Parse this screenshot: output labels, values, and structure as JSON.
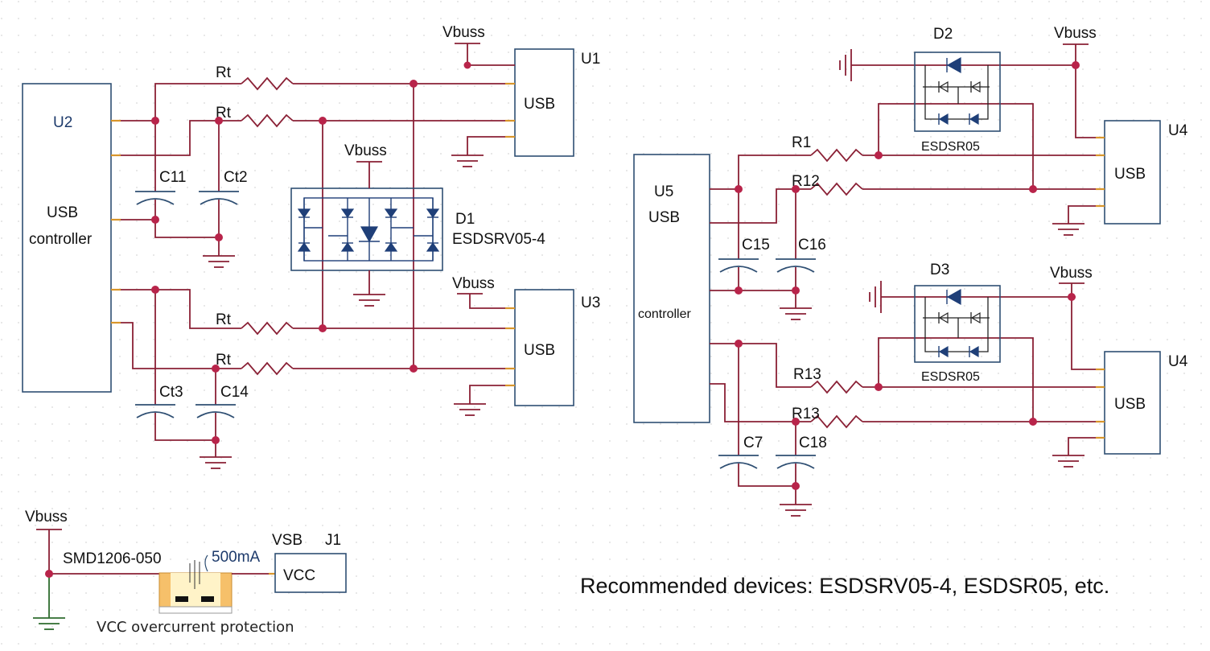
{
  "title": "USB ESD protection schematic",
  "colors": {
    "wire": "#8a2035",
    "junction": "#b8244a",
    "component_outline": "#2f4f73",
    "diode_fill": "#1f3f78",
    "pin": "#d9962b"
  },
  "left_circuit": {
    "controller": {
      "ref": "U2",
      "line1": "USB",
      "line2": "controller"
    },
    "resistors": [
      "Rt",
      "Rt",
      "Rt",
      "Rt"
    ],
    "capacitors": [
      "C11",
      "Ct2",
      "Ct3",
      "C14"
    ],
    "tvs": {
      "ref": "D1",
      "part": "ESDSRV05-4",
      "supply": "Vbuss"
    },
    "connectors": [
      {
        "ref": "U1",
        "label": "USB",
        "supply": "Vbuss"
      },
      {
        "ref": "U3",
        "label": "USB",
        "supply": "Vbuss"
      }
    ]
  },
  "right_circuit": {
    "controller": {
      "ref": "U5",
      "line1": "USB",
      "line2": "controller"
    },
    "resistors": [
      "R1",
      "R12",
      "R13",
      "R13"
    ],
    "capacitors": [
      "C15",
      "C16",
      "C7",
      "C18"
    ],
    "tvs": [
      {
        "ref": "D2",
        "part": "ESDSR05"
      },
      {
        "ref": "D3",
        "part": "ESDSR05"
      }
    ],
    "connectors": [
      {
        "ref": "U4",
        "label": "USB",
        "supply": "Vbuss"
      },
      {
        "ref": "U4",
        "label": "USB",
        "supply": "Vbuss"
      }
    ]
  },
  "overcurrent": {
    "supply": "Vbuss",
    "fuse_part": "SMD1206-050",
    "rating": "500mA",
    "net": "VSB",
    "connector_ref": "J1",
    "connector_label": "VCC",
    "caption": "VCC overcurrent protection"
  },
  "note": "Recommended devices: ESDSRV05-4, ESDSR05, etc."
}
